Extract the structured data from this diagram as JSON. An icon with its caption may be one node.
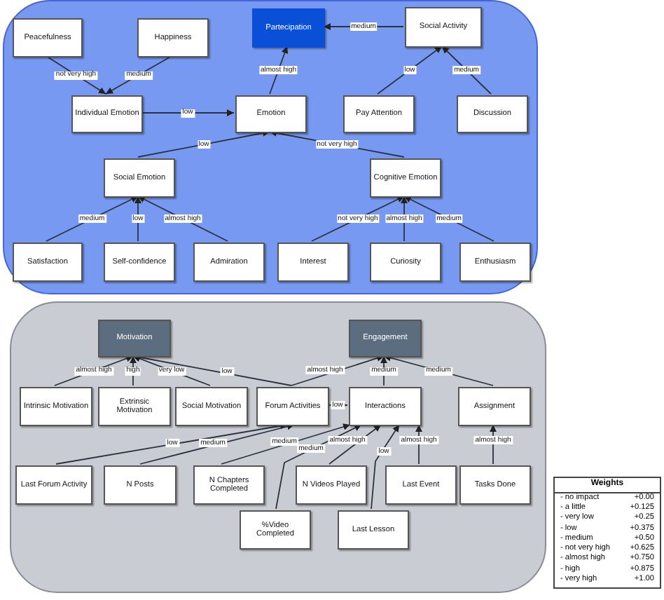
{
  "diagram": {
    "nodes": [
      {
        "text": [],
        "shape": "box"
      },
      {
        "text": [
          "Peacefulness"
        ],
        "in": 0
      },
      {
        "text": [
          "Happiness"
        ],
        "in": 0
      },
      {
        "text": [
          "Partecipation"
        ],
        "in": 0
      },
      {
        "text": [
          "Social Activity"
        ],
        "in": 0
      },
      {
        "text": [
          "Individual Emotion"
        ],
        "in": 0
      },
      {
        "text": [
          "Emotion"
        ],
        "in": 0
      },
      {
        "text": [
          "Pay Attention"
        ],
        "in": 0
      },
      {
        "text": [
          "Discussion"
        ],
        "in": 0
      },
      {
        "text": [
          "Social Emotion"
        ],
        "in": 0
      },
      {
        "text": [
          "Cognitive Emotion"
        ],
        "in": 0
      },
      {
        "text": [
          "Satisfaction"
        ],
        "in": 0
      },
      {
        "text": [
          "Self-confidence"
        ],
        "in": 0
      },
      {
        "text": [
          "Admiration"
        ],
        "in": 0
      },
      {
        "text": [
          "Interest"
        ],
        "in": 0
      },
      {
        "text": [
          "Curiosity"
        ],
        "in": 0
      },
      {
        "text": [
          "Enthusiasm"
        ],
        "in": 0
      },
      {
        "text": [],
        "shape": "box"
      },
      {
        "text": [
          "Motivation"
        ],
        "in": 17
      },
      {
        "text": [
          "Engagement"
        ],
        "in": 17
      },
      {
        "text": [
          "Intrinsic Motivation"
        ],
        "in": 17
      },
      {
        "text": [
          "Extrinsic Motivation"
        ],
        "in": 17
      },
      {
        "text": [
          "Social Motivation"
        ],
        "in": 17
      },
      {
        "text": [
          "Forum Activities"
        ],
        "in": 17
      },
      {
        "text": [
          "Interactions"
        ],
        "in": 17
      },
      {
        "text": [
          "Assignment"
        ],
        "in": 17
      },
      {
        "text": [
          "Last Forum Activity"
        ],
        "in": 17
      },
      {
        "text": [
          "N Posts"
        ],
        "in": 17
      },
      {
        "text": [
          "N Chapters Completed"
        ],
        "in": 17
      },
      {
        "text": [
          "N Videos Played"
        ],
        "in": 17
      },
      {
        "text": [
          "Last Event"
        ],
        "in": 17
      },
      {
        "text": [
          "Tasks Done"
        ],
        "in": 17
      },
      {
        "text": [
          "%Video Completed"
        ],
        "in": 17
      },
      {
        "text": [
          "Last Lesson"
        ],
        "in": 17
      }
    ],
    "edges": [
      {
        "from": 1,
        "to": 5,
        "arrow": "to",
        "label": "not very high"
      },
      {
        "from": 2,
        "to": 5,
        "arrow": "to",
        "label": "medium"
      },
      {
        "from": 5,
        "to": 6,
        "arrow": "to",
        "label": "low"
      },
      {
        "from": 6,
        "to": 3,
        "arrow": "to",
        "label": "almost high"
      },
      {
        "from": 4,
        "to": 3,
        "arrow": "to",
        "label": "medium"
      },
      {
        "from": 7,
        "to": 4,
        "arrow": "to",
        "label": "low"
      },
      {
        "from": 8,
        "to": 4,
        "arrow": "to",
        "label": "medium"
      },
      {
        "from": 9,
        "to": 6,
        "arrow": "to",
        "label": "low"
      },
      {
        "from": 10,
        "to": 6,
        "arrow": "to",
        "label": "not very high"
      },
      {
        "from": 11,
        "to": 9,
        "arrow": "to",
        "label": "medium"
      },
      {
        "from": 12,
        "to": 9,
        "arrow": "to",
        "label": "low"
      },
      {
        "from": 13,
        "to": 9,
        "arrow": "to",
        "label": "almost high"
      },
      {
        "from": 14,
        "to": 10,
        "arrow": "to",
        "label": "not very high"
      },
      {
        "from": 15,
        "to": 10,
        "arrow": "to",
        "label": "almost high"
      },
      {
        "from": 16,
        "to": 10,
        "arrow": "to",
        "label": "medium"
      },
      {
        "from": 20,
        "to": 18,
        "arrow": "to",
        "label": "almost high"
      },
      {
        "from": 21,
        "to": 18,
        "arrow": "to",
        "label": "high"
      },
      {
        "from": 22,
        "to": 18,
        "arrow": "to",
        "label": "very low"
      },
      {
        "from": 23,
        "to": 18,
        "arrow": "to",
        "label": "low"
      },
      {
        "from": 23,
        "to": 19,
        "arrow": "to",
        "label": "almost high"
      },
      {
        "from": 24,
        "to": 19,
        "arrow": "to",
        "label": "medium"
      },
      {
        "from": 25,
        "to": 19,
        "arrow": "to",
        "label": "medium"
      },
      {
        "from": 23,
        "to": 24,
        "arrow": "to",
        "label": "low"
      },
      {
        "from": 26,
        "to": 23,
        "arrow": "to",
        "label": "low"
      },
      {
        "from": 27,
        "to": 23,
        "arrow": "to",
        "label": "medium"
      },
      {
        "from": 28,
        "to": 24,
        "arrow": "to",
        "label": "medium"
      },
      {
        "from": 32,
        "to": 24,
        "arrow": "to",
        "label": "medium"
      },
      {
        "from": 29,
        "to": 24,
        "arrow": "to",
        "label": "almost high"
      },
      {
        "from": 33,
        "to": 24,
        "arrow": "to",
        "label": "low"
      },
      {
        "from": 30,
        "to": 24,
        "arrow": "to",
        "label": "almost high"
      },
      {
        "from": 31,
        "to": 25,
        "arrow": "to",
        "label": "almost high"
      }
    ],
    "labels": [
      "Weights",
      "- no impact",
      "+0.00",
      "- a little",
      "+0.125",
      "- very low",
      "+0.25",
      "- low",
      "+0.375",
      "- medium",
      "+0.50",
      "- not very high",
      "+0.625",
      "- almost high",
      "+0.750",
      "- high",
      "+0.875",
      "- very high",
      "+1.00"
    ]
  }
}
